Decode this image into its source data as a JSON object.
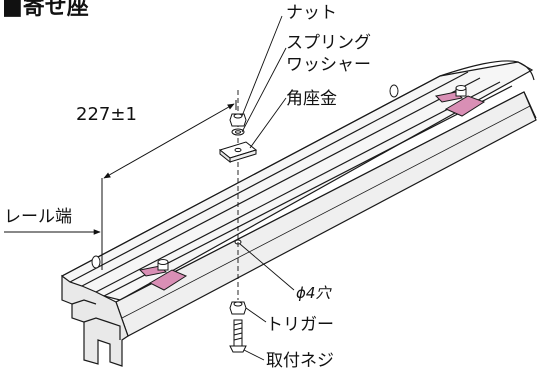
{
  "title": "■寄せ座",
  "dimension": "227±1",
  "labels": {
    "nut": "ナット",
    "spring_washer_line1": "スプリング",
    "spring_washer_line2": "ワッシャー",
    "square_washer": "角座金",
    "rail_end": "レール端",
    "hole": "ϕ4穴",
    "trigger": "トリガー",
    "screw": "取付ネジ"
  },
  "colors": {
    "clip": "#d98fb5",
    "rail_outline": "#1a1a1a",
    "rail_face": "#f2f2f2"
  }
}
